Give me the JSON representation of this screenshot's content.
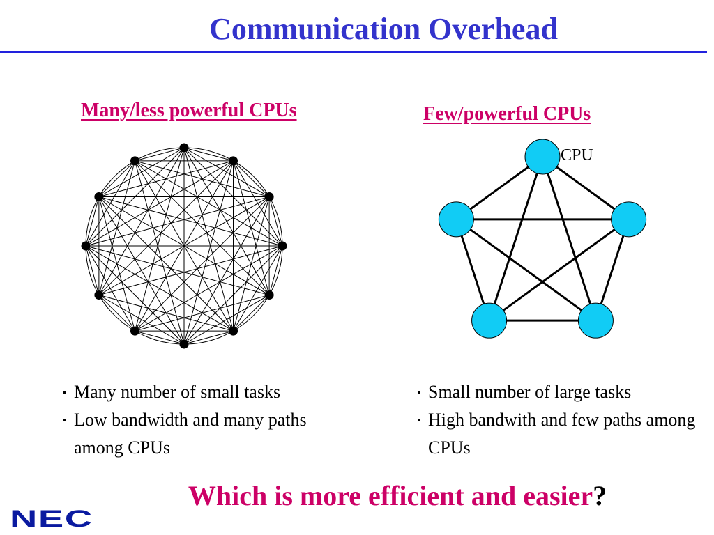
{
  "title": "Communication Overhead",
  "colors": {
    "title": "#3333cc",
    "rule": "#2222dd",
    "heading": "#cc0066",
    "cpu_fill": "#11ccf5",
    "question": "#cc0066",
    "logo": "#0a1aa0"
  },
  "left": {
    "heading": "Many/less powerful CPUs",
    "node_count": 12,
    "bullets": [
      "Many number of small tasks",
      "Low bandwidth and many paths among CPUs"
    ]
  },
  "right": {
    "heading": "Few/powerful CPUs",
    "cpu_label": "CPU",
    "node_count": 5,
    "bullets": [
      "Small number of large tasks",
      "High bandwith and few paths among CPUs"
    ]
  },
  "question": {
    "text": "Which is more efficient and easier",
    "mark": "?"
  },
  "logo": "NEC"
}
